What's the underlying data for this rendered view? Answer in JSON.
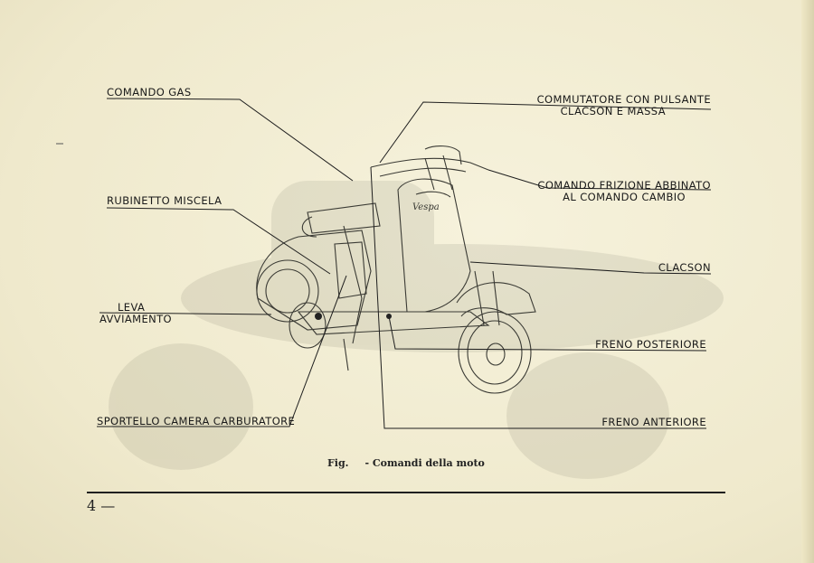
{
  "labels": {
    "comando_gas": "COMANDO GAS",
    "commutatore_line1": "COMMUTATORE CON PULSANTE",
    "commutatore_line2": "CLACSON E MASSA",
    "rubinetto": "RUBINETTO MISCELA",
    "frizione_line1": "COMANDO FRIZIONE ABBINATO",
    "frizione_line2": "AL COMANDO CAMBIO",
    "clacson": "CLACSON",
    "leva_line1": "LEVA",
    "leva_line2": "AVVIAMENTO",
    "freno_posteriore": "FRENO POSTERIORE",
    "sportello": "SPORTELLO CAMERA CARBURATORE",
    "freno_anteriore": "FRENO ANTERIORE"
  },
  "caption": {
    "fig": "Fig.",
    "text": "- Comandi della moto"
  },
  "page_number": "4 —"
}
